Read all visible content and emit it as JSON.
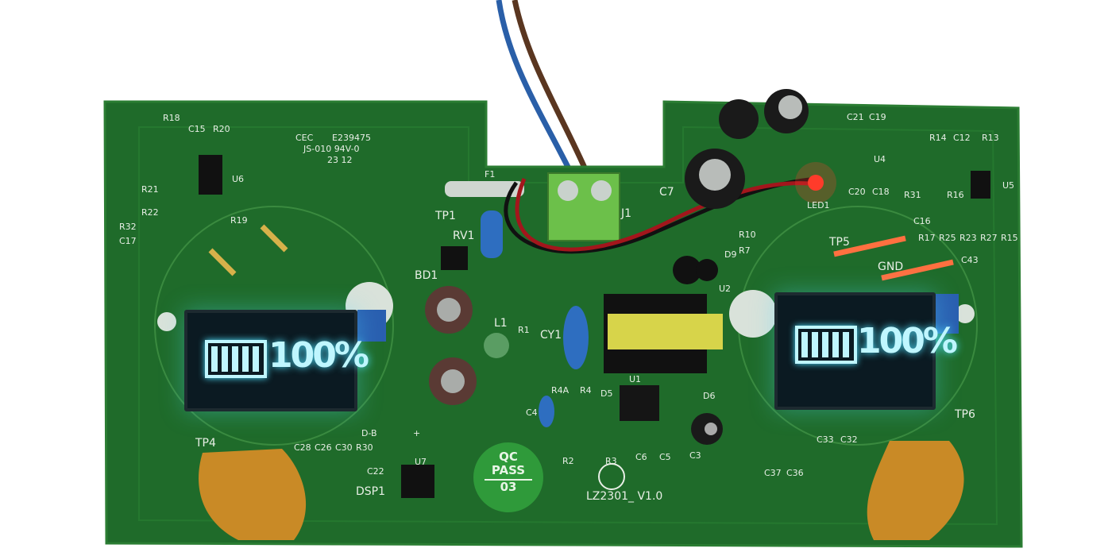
{
  "image": {
    "subject": "pcb-board",
    "colors": {
      "board": "#1f6b2a",
      "board_edge": "#2b7d33",
      "silkscreen": "#e8efe6",
      "oled_glow": "#4fe3ff",
      "led_red": "#ff3b2a",
      "terminal": "#6cc04a"
    },
    "cert": {
      "line1": "CEC",
      "line2": "E239475",
      "line3": "JS-010 94V-0",
      "line4": "23 12"
    },
    "qc_badge": {
      "line1": "QC",
      "line2": "PASS",
      "line3": "03"
    },
    "board_version": "LZ2301_ V1.0",
    "displays": [
      {
        "text": "100%",
        "battery_level": 100
      },
      {
        "text": "100%",
        "battery_level": 100
      }
    ],
    "labels": [
      "R18",
      "C15",
      "R20",
      "U6",
      "R21",
      "R22",
      "R32",
      "C17",
      "R19",
      "TP4",
      "DSP1",
      "C28",
      "C26",
      "C30",
      "R30",
      "D-B",
      "+",
      "C22",
      "U7",
      "F1",
      "J1",
      "TP1",
      "RV1",
      "BD1",
      "L1",
      "R1",
      "CY1",
      "C4",
      "R4A",
      "R4",
      "D5",
      "U1",
      "D6",
      "R2",
      "R3",
      "C6",
      "C5",
      "C3",
      "C7",
      "U2",
      "D9",
      "R10",
      "R7",
      "LED1",
      "C21",
      "C19",
      "U4",
      "C20",
      "C18",
      "R14",
      "C12",
      "R13",
      "U5",
      "R31",
      "R16",
      "C16",
      "R17",
      "R25",
      "R23",
      "R27",
      "R15",
      "TP5",
      "GND",
      "C43",
      "TP6",
      "C37",
      "C36",
      "C33",
      "C32"
    ]
  }
}
